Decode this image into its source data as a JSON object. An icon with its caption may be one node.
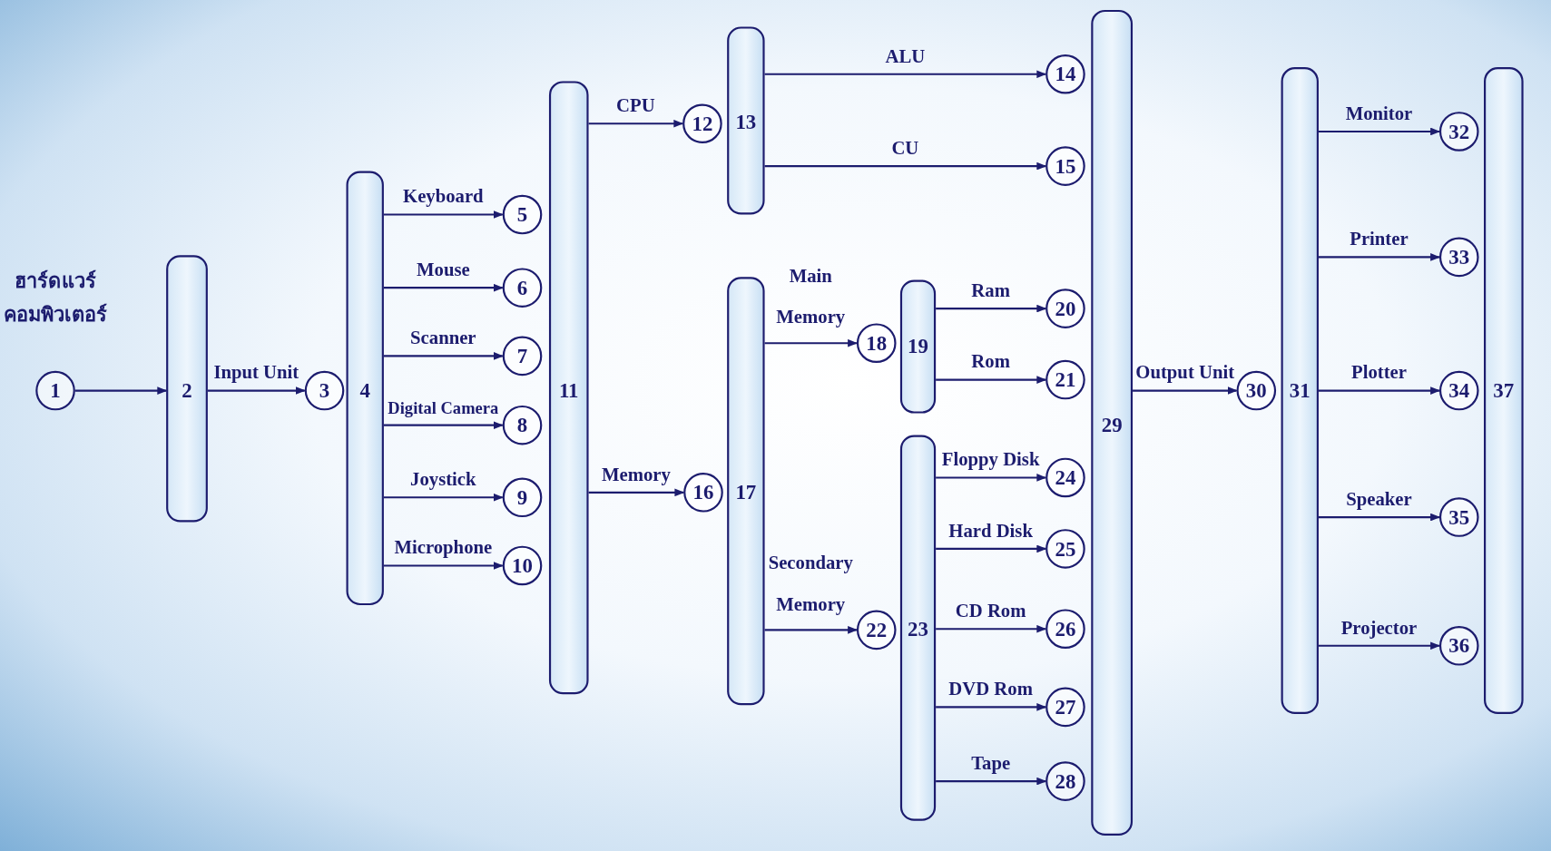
{
  "diagram": {
    "nodes": [
      {
        "text": [
          "1"
        ],
        "beside": [
          "ฮาร์ดแวร์คอมพิวเตอร์"
        ]
      },
      {
        "text": [
          "2"
        ]
      },
      {
        "text": [
          "3"
        ]
      },
      {
        "text": [
          "4"
        ]
      },
      {
        "text": [
          "5"
        ]
      },
      {
        "text": [
          "6"
        ]
      },
      {
        "text": [
          "7"
        ]
      },
      {
        "text": [
          "8"
        ]
      },
      {
        "text": [
          "9"
        ]
      },
      {
        "text": [
          "10"
        ]
      },
      {
        "text": [
          "11"
        ]
      },
      {
        "text": [
          "12"
        ]
      },
      {
        "text": [
          "13"
        ]
      },
      {
        "text": [
          "14"
        ]
      },
      {
        "text": [
          "15"
        ]
      },
      {
        "text": [
          "16"
        ]
      },
      {
        "text": [
          "17"
        ]
      },
      {
        "text": [
          "18"
        ]
      },
      {
        "text": [
          "19"
        ]
      },
      {
        "text": [
          "20"
        ]
      },
      {
        "text": [
          "21"
        ]
      },
      {
        "text": [
          "22"
        ]
      },
      {
        "text": [
          "23"
        ]
      },
      {
        "text": [
          "24"
        ]
      },
      {
        "text": [
          "25"
        ]
      },
      {
        "text": [
          "26"
        ]
      },
      {
        "text": [
          "27"
        ]
      },
      {
        "text": [
          "28"
        ]
      },
      {
        "text": [
          "29"
        ]
      },
      {
        "text": [
          "30"
        ]
      },
      {
        "text": [
          "31"
        ]
      },
      {
        "text": [
          "32"
        ]
      },
      {
        "text": [
          "33"
        ]
      },
      {
        "text": [
          "34"
        ]
      },
      {
        "text": [
          "35"
        ]
      },
      {
        "text": [
          "36"
        ]
      },
      {
        "text": [
          "37"
        ]
      }
    ],
    "edges": [
      {
        "from": 0,
        "to": 1,
        "arrow": "to"
      },
      {
        "from": 1,
        "to": 2,
        "arrow": "to",
        "label": "Input Unit"
      },
      {
        "from": 3,
        "to": 4,
        "arrow": "to",
        "label": "Keyboard"
      },
      {
        "from": 3,
        "to": 5,
        "arrow": "to",
        "label": "Mouse"
      },
      {
        "from": 3,
        "to": 6,
        "arrow": "to",
        "label": "Scanner"
      },
      {
        "from": 3,
        "to": 7,
        "arrow": "to",
        "label": "Digital Camera"
      },
      {
        "from": 3,
        "to": 8,
        "arrow": "to",
        "label": "Joystick"
      },
      {
        "from": 3,
        "to": 9,
        "arrow": "to",
        "label": "Microphone"
      },
      {
        "from": 10,
        "to": 11,
        "arrow": "to",
        "label": "CPU"
      },
      {
        "from": 10,
        "to": 15,
        "arrow": "to",
        "label": "Memory"
      },
      {
        "from": 12,
        "to": 13,
        "arrow": "to",
        "label": "ALU"
      },
      {
        "from": 12,
        "to": 14,
        "arrow": "to",
        "label": "CU"
      },
      {
        "from": 16,
        "to": 17,
        "arrow": "to",
        "label": "Main Memory"
      },
      {
        "from": 16,
        "to": 21,
        "arrow": "to",
        "label": "Secondary Memory"
      },
      {
        "from": 18,
        "to": 19,
        "arrow": "to",
        "label": "Ram"
      },
      {
        "from": 18,
        "to": 20,
        "arrow": "to",
        "label": "Rom"
      },
      {
        "from": 22,
        "to": 23,
        "arrow": "to",
        "label": "Floppy Disk"
      },
      {
        "from": 22,
        "to": 24,
        "arrow": "to",
        "label": "Hard Disk"
      },
      {
        "from": 22,
        "to": 25,
        "arrow": "to",
        "label": "CD Rom"
      },
      {
        "from": 22,
        "to": 26,
        "arrow": "to",
        "label": "DVD Rom"
      },
      {
        "from": 22,
        "to": 27,
        "arrow": "to",
        "label": "Tape"
      },
      {
        "from": 28,
        "to": 29,
        "arrow": "to",
        "label": "Output Unit"
      },
      {
        "from": 30,
        "to": 31,
        "arrow": "to",
        "label": "Monitor"
      },
      {
        "from": 30,
        "to": 32,
        "arrow": "to",
        "label": "Printer"
      },
      {
        "from": 30,
        "to": 33,
        "arrow": "to",
        "label": "Plotter"
      },
      {
        "from": 30,
        "to": 34,
        "arrow": "to",
        "label": "Speaker"
      },
      {
        "from": 30,
        "to": 35,
        "arrow": "to",
        "label": "Projector"
      }
    ]
  }
}
